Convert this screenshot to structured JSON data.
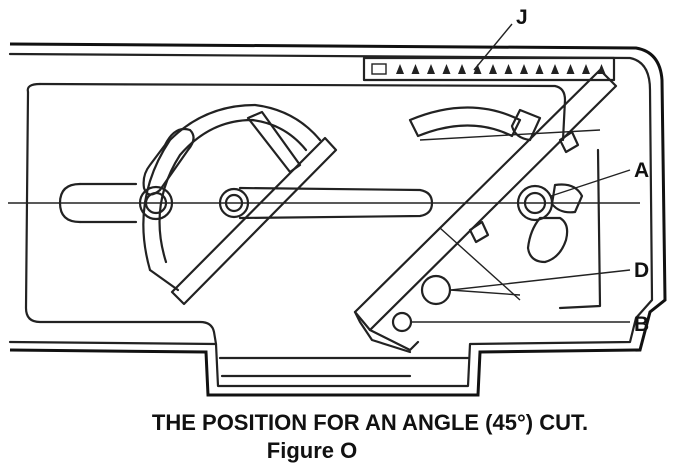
{
  "diagram": {
    "labels": {
      "j": "J",
      "a": "A",
      "d": "D",
      "b": "B"
    },
    "caption": {
      "line1": "THE POSITION FOR AN ANGLE (45°) CUT.",
      "line2": "Figure O"
    },
    "colors": {
      "ink": "#222222",
      "background": "#ffffff"
    }
  }
}
